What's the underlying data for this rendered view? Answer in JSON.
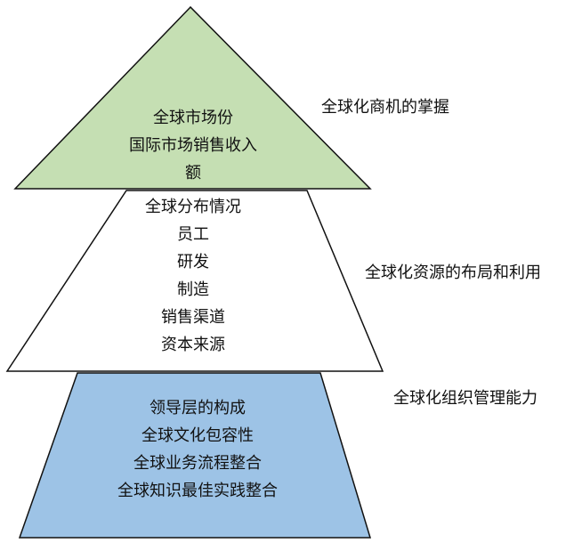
{
  "colors": {
    "top_fill": "#c5dfb3",
    "middle_fill": "#ffffff",
    "bottom_fill": "#9dc3e6",
    "stroke": "#111111"
  },
  "tiers": {
    "top": {
      "lines": [
        "全球市场份",
        "国际市场销售收入",
        "额"
      ],
      "side_label": "全球化商机的掌握"
    },
    "middle": {
      "lines": [
        "全球分布情况",
        "员工",
        "研发",
        "制造",
        "销售渠道",
        "资本来源"
      ],
      "side_label": "全球化资源的布局和利用"
    },
    "bottom": {
      "lines": [
        "领导层的构成",
        "全球文化包容性",
        "全球业务流程整合",
        "全球知识最佳实践整合"
      ],
      "side_label": "全球化组织管理能力"
    }
  }
}
